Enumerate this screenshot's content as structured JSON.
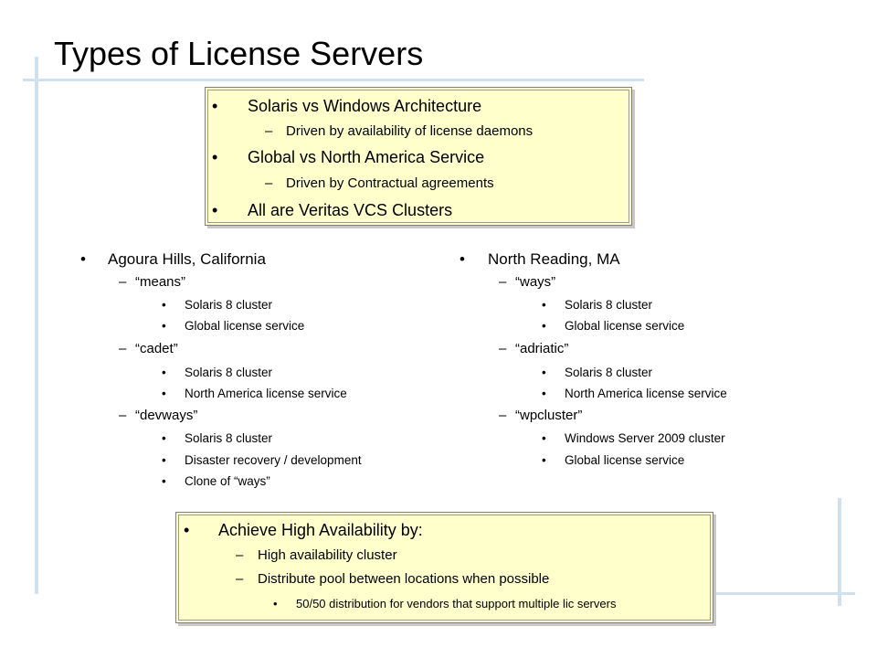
{
  "title": "Types of License Servers",
  "bullet": "•",
  "dash": "–",
  "top_box": {
    "items": [
      "Solaris vs Windows Architecture",
      "Driven by availability of license daemons",
      "Global vs North America Service",
      "Driven by Contractual agreements",
      "All are Veritas VCS Clusters"
    ]
  },
  "left_column": {
    "heading": "Agoura Hills, California",
    "servers": [
      {
        "name": "“means”",
        "details": [
          "Solaris 8 cluster",
          "Global license service"
        ]
      },
      {
        "name": "“cadet”",
        "details": [
          "Solaris 8 cluster",
          "North America license service"
        ]
      },
      {
        "name": "“devways”",
        "details": [
          "Solaris 8 cluster",
          "Disaster recovery / development",
          "Clone of “ways”"
        ]
      }
    ]
  },
  "right_column": {
    "heading": "North Reading, MA",
    "servers": [
      {
        "name": "“ways”",
        "details": [
          "Solaris 8 cluster",
          "Global license service"
        ]
      },
      {
        "name": "“adriatic”",
        "details": [
          "Solaris 8 cluster",
          "North America license service"
        ]
      },
      {
        "name": "“wpcluster”",
        "details": [
          "Windows Server 2009 cluster",
          "Global license service"
        ]
      }
    ]
  },
  "bottom_box": {
    "heading": "Achieve High Availability by:",
    "items": [
      "High availability cluster",
      "Distribute pool between locations when possible"
    ],
    "sub_item": "50/50 distribution for vendors that support multiple lic servers"
  },
  "colors": {
    "box_fill": "#ffffcc",
    "box_border": "#7f7f7f",
    "decoration": "#cfe0ee"
  }
}
